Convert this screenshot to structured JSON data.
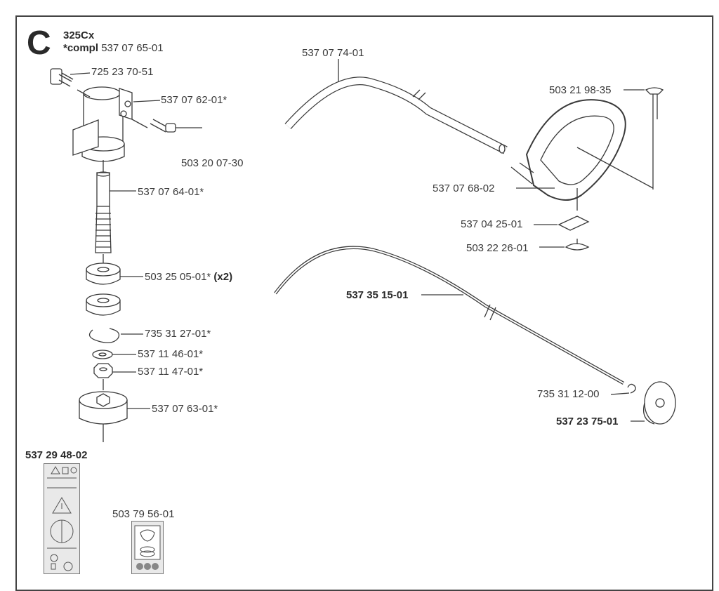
{
  "section": {
    "letter": "C",
    "model": "325Cx",
    "compl_prefix": "*compl",
    "compl_number": "537 07 65-01"
  },
  "parts": [
    {
      "id": "p1",
      "number": "725 23 70-51",
      "bold": false,
      "suffix": ""
    },
    {
      "id": "p2",
      "number": "537 07 62-01*",
      "bold": false,
      "suffix": ""
    },
    {
      "id": "p3",
      "number": "503 20 07-30",
      "bold": false,
      "suffix": ""
    },
    {
      "id": "p4",
      "number": "537 07 64-01*",
      "bold": false,
      "suffix": ""
    },
    {
      "id": "p5",
      "number": "503 25 05-01*",
      "bold": false,
      "suffix": "(x2)"
    },
    {
      "id": "p6",
      "number": "735 31 27-01*",
      "bold": false,
      "suffix": ""
    },
    {
      "id": "p7",
      "number": "537 11 46-01*",
      "bold": false,
      "suffix": ""
    },
    {
      "id": "p8",
      "number": "537 11 47-01*",
      "bold": false,
      "suffix": ""
    },
    {
      "id": "p9",
      "number": "537 07 63-01*",
      "bold": false,
      "suffix": ""
    },
    {
      "id": "p10",
      "number": "537 07 74-01",
      "bold": false,
      "suffix": ""
    },
    {
      "id": "p11",
      "number": "503 21 98-35",
      "bold": false,
      "suffix": ""
    },
    {
      "id": "p12",
      "number": "537 07 68-02",
      "bold": false,
      "suffix": ""
    },
    {
      "id": "p13",
      "number": "537 04 25-01",
      "bold": false,
      "suffix": ""
    },
    {
      "id": "p14",
      "number": "503 22 26-01",
      "bold": false,
      "suffix": ""
    },
    {
      "id": "p15",
      "number": "537 35 15-01",
      "bold": true,
      "suffix": ""
    },
    {
      "id": "p16",
      "number": "735 31 12-00",
      "bold": false,
      "suffix": ""
    },
    {
      "id": "p17",
      "number": "537 23 75-01",
      "bold": true,
      "suffix": ""
    },
    {
      "id": "p18",
      "number": "537 29 48-02",
      "bold": true,
      "suffix": ""
    },
    {
      "id": "p19",
      "number": "503 79 56-01",
      "bold": false,
      "suffix": ""
    }
  ],
  "colors": {
    "line": "#3a3a3a",
    "fill": "#ffffff",
    "shade": "#d8d8d8"
  }
}
